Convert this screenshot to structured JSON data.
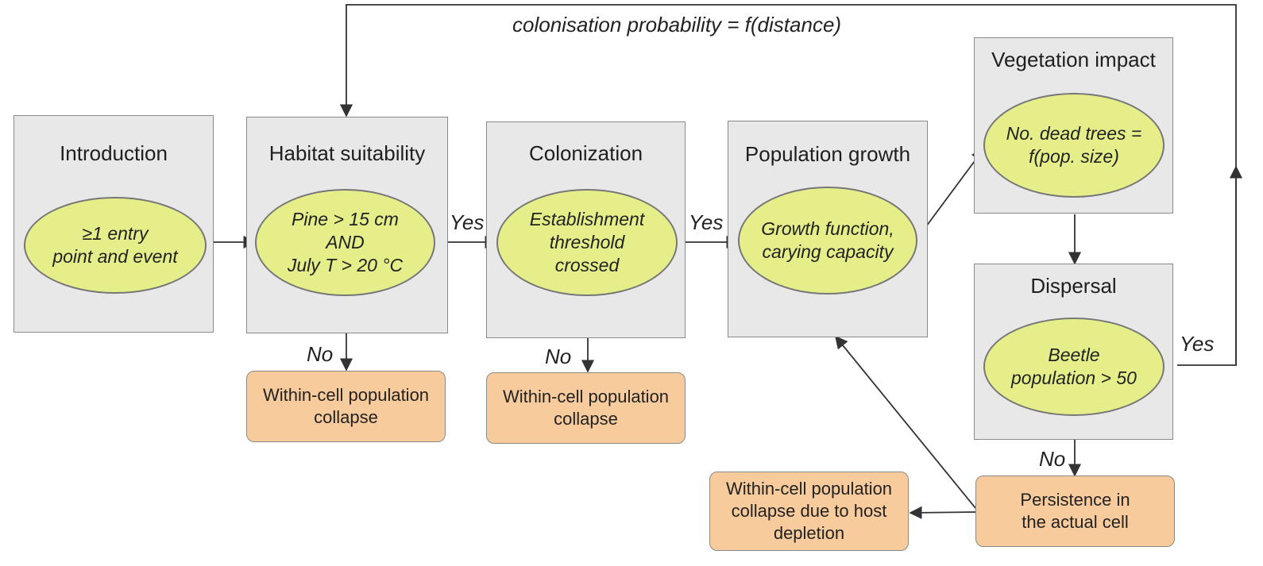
{
  "top_label": "colonisation probability = f(distance)",
  "boxes": {
    "introduction": {
      "title": "Introduction",
      "condition": [
        "≥1 entry",
        "point and event"
      ]
    },
    "habitat": {
      "title": "Habitat suitability",
      "condition": [
        "Pine > 15 cm",
        "AND",
        "July T > 20 °C"
      ]
    },
    "colonization": {
      "title": "Colonization",
      "condition": [
        "Establishment",
        "threshold",
        "crossed"
      ]
    },
    "growth": {
      "title": "Population growth",
      "condition": [
        "Growth function,",
        "carying capacity"
      ]
    },
    "vegetation": {
      "title": "Vegetation impact",
      "condition": [
        "No. dead trees =",
        "f(pop. size)"
      ]
    },
    "dispersal": {
      "title": "Dispersal",
      "condition": [
        "Beetle",
        "population > 50"
      ]
    }
  },
  "outcomes": {
    "collapse_1": [
      "Within-cell population",
      "collapse"
    ],
    "collapse_2": [
      "Within-cell population",
      "collapse"
    ],
    "collapse_host": [
      "Within-cell population",
      "collapse due to host",
      "depletion"
    ],
    "persistence": [
      "Persistence in",
      "the actual cell"
    ]
  },
  "labels": {
    "yes_1": "Yes",
    "yes_2": "Yes",
    "yes_3": "Yes",
    "no_1": "No",
    "no_2": "No",
    "no_3": "No"
  },
  "colors": {
    "box_fill": "#e8e8e8",
    "ellipse_fill": "#e6ee8a",
    "outcome_fill": "#f8cb9c",
    "line": "#333333"
  }
}
